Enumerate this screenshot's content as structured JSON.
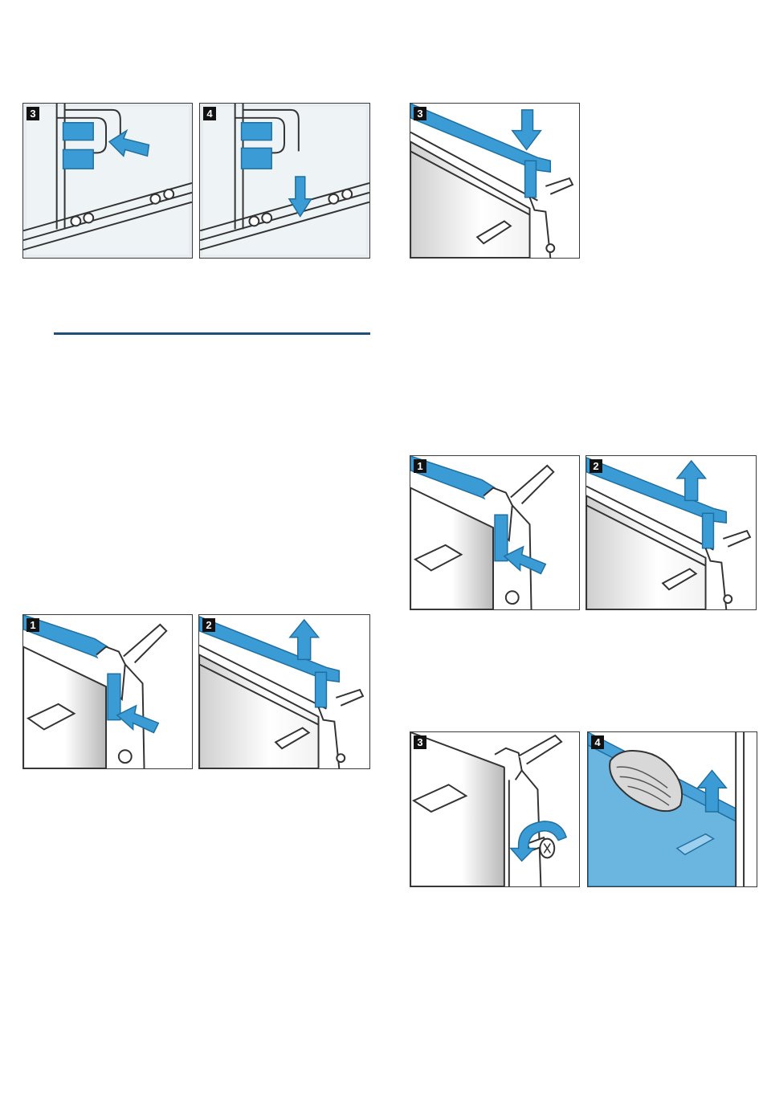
{
  "figures": [
    {
      "id": "rack-step-3",
      "step": "3",
      "scene": "rack",
      "action": "press-left"
    },
    {
      "id": "rack-step-4",
      "step": "4",
      "scene": "rack",
      "action": "push-down"
    },
    {
      "id": "trim-right-step-3",
      "step": "3",
      "scene": "trim-press",
      "action": "press-down"
    },
    {
      "id": "trim-left-step-1",
      "step": "1",
      "scene": "trim-latch",
      "action": "push-latch"
    },
    {
      "id": "trim-left-step-2",
      "step": "2",
      "scene": "trim-lift",
      "action": "lift-up"
    },
    {
      "id": "trim-right-step-1",
      "step": "1",
      "scene": "trim-latch",
      "action": "push-latch"
    },
    {
      "id": "trim-right-step-2",
      "step": "2",
      "scene": "trim-lift",
      "action": "lift-up"
    },
    {
      "id": "screw-step-3",
      "step": "3",
      "scene": "screw",
      "action": "unscrew"
    },
    {
      "id": "glass-step-4",
      "step": "4",
      "scene": "glass",
      "action": "lift-up"
    }
  ],
  "colors": {
    "accent": "#3a9bd5",
    "accent_dark": "#1f6fa0",
    "rule": "#1f4e79",
    "panel_bg": "#e6ecef",
    "line": "#333333"
  },
  "icons": [
    "arrow-icon",
    "screw-icon",
    "cloth-icon"
  ]
}
